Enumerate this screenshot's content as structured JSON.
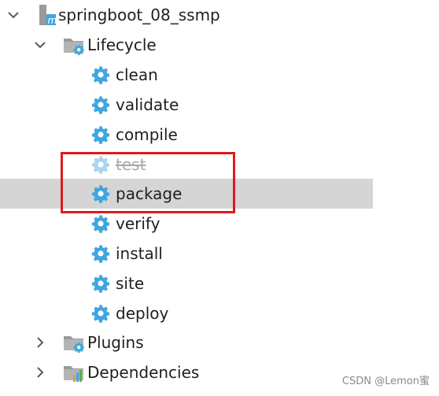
{
  "tree": {
    "project": {
      "label": "springboot_08_ssmp",
      "icon": "maven-module-icon"
    },
    "lifecycle": {
      "label": "Lifecycle",
      "icon": "lifecycle-folder-icon",
      "items": [
        {
          "label": "clean",
          "icon": "gear-icon"
        },
        {
          "label": "validate",
          "icon": "gear-icon"
        },
        {
          "label": "compile",
          "icon": "gear-icon"
        },
        {
          "label": "test",
          "icon": "gear-icon",
          "state": "skipped"
        },
        {
          "label": "package",
          "icon": "gear-icon",
          "state": "selected"
        },
        {
          "label": "verify",
          "icon": "gear-icon"
        },
        {
          "label": "install",
          "icon": "gear-icon"
        },
        {
          "label": "site",
          "icon": "gear-icon"
        },
        {
          "label": "deploy",
          "icon": "gear-icon"
        }
      ]
    },
    "plugins": {
      "label": "Plugins",
      "icon": "plugins-folder-icon"
    },
    "dependencies": {
      "label": "Dependencies",
      "icon": "dependencies-folder-icon"
    }
  },
  "watermark": "CSDN @Lemon蜜",
  "colors": {
    "selection_bg": "#d5d5d5",
    "highlight_border": "#e0191d",
    "gear": "#3fa6df",
    "folder": "#8c8c8c"
  }
}
